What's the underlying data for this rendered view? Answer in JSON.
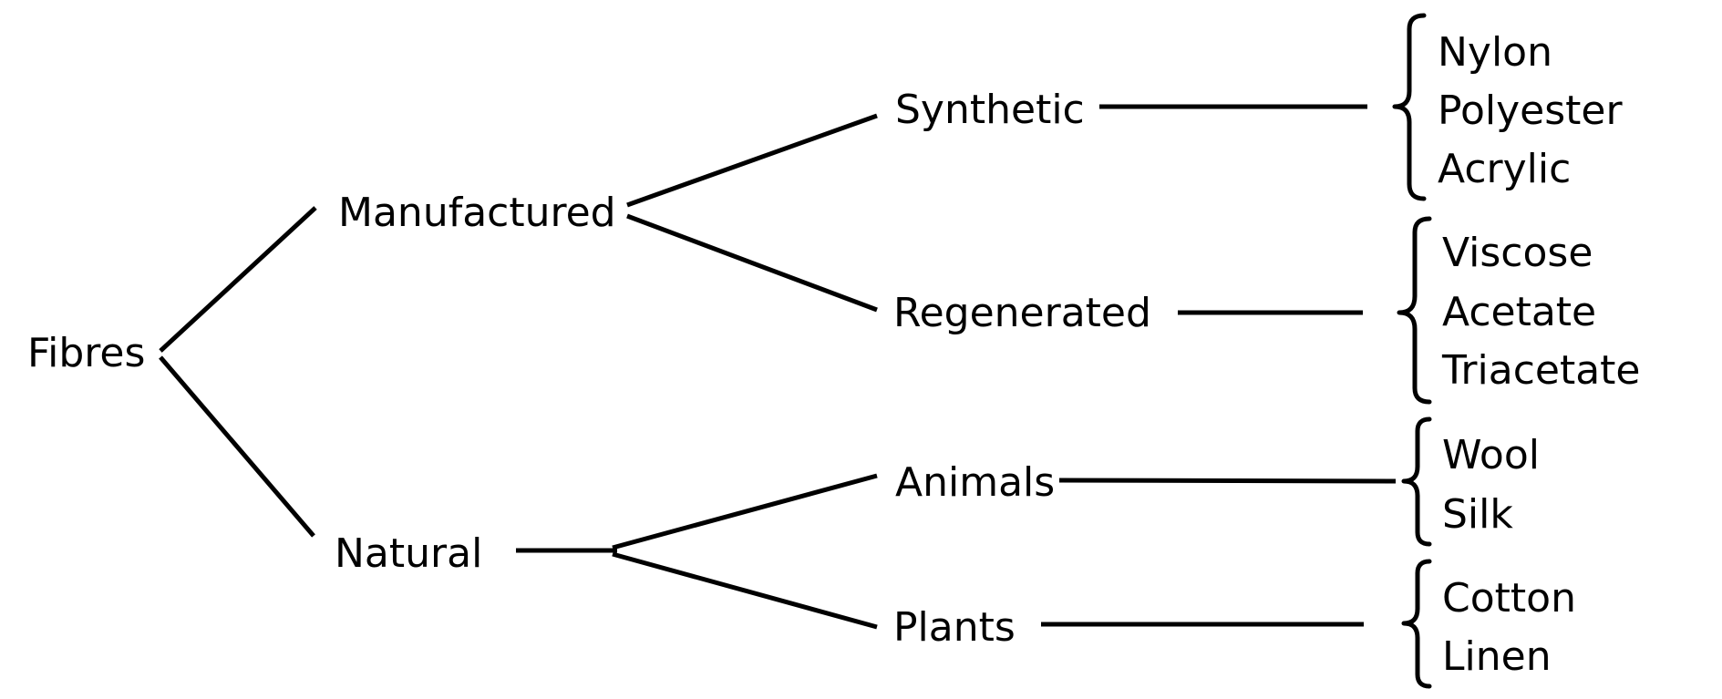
{
  "tree": {
    "root": "Fibres",
    "level1": [
      "Manufactured",
      "Natural"
    ],
    "level2": [
      "Synthetic",
      "Regenerated",
      "Animals",
      "Plants"
    ],
    "groups": {
      "synthetic": [
        "Nylon",
        "Polyester",
        "Acrylic"
      ],
      "regenerated": [
        "Viscose",
        "Acetate",
        "Triacetate"
      ],
      "animals": [
        "Wool",
        "Silk"
      ],
      "plants": [
        "Cotton",
        "Linen"
      ]
    }
  },
  "colors": {
    "ink": "#000000",
    "background": "#ffffff"
  }
}
